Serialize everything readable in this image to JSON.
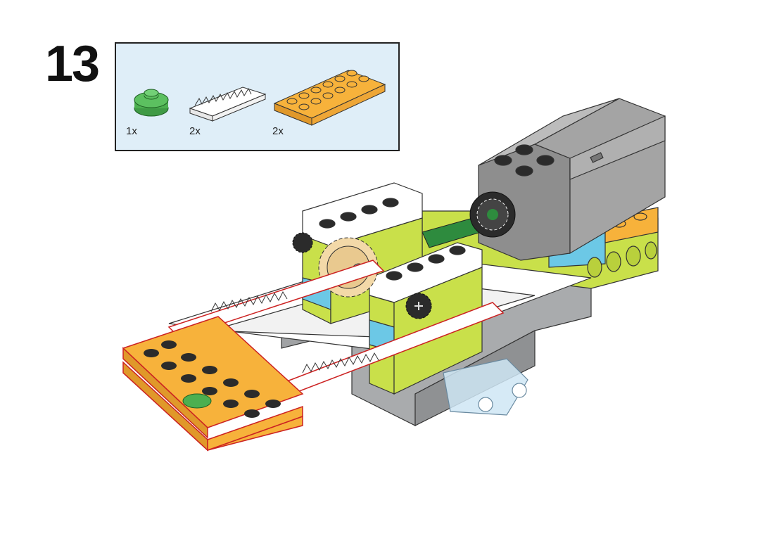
{
  "step": {
    "number": "13"
  },
  "parts": [
    {
      "name": "green-round-plate",
      "quantity": "1x",
      "color": "#4caf50"
    },
    {
      "name": "white-gear-rack",
      "quantity": "2x",
      "color": "#ffffff"
    },
    {
      "name": "orange-plate-2x6",
      "quantity": "2x",
      "color": "#f7b23b"
    }
  ],
  "model_colors": {
    "motor": "#9a9a9a",
    "lime": "#c9e04a",
    "azure": "#6cc8e6",
    "orange": "#f7b23b",
    "white": "#ffffff",
    "gray": "#a9abad",
    "black": "#2b2b2b",
    "tan": "#f3d9a8",
    "green_axle": "#2e8b3e",
    "highlight": "#cc2222"
  }
}
